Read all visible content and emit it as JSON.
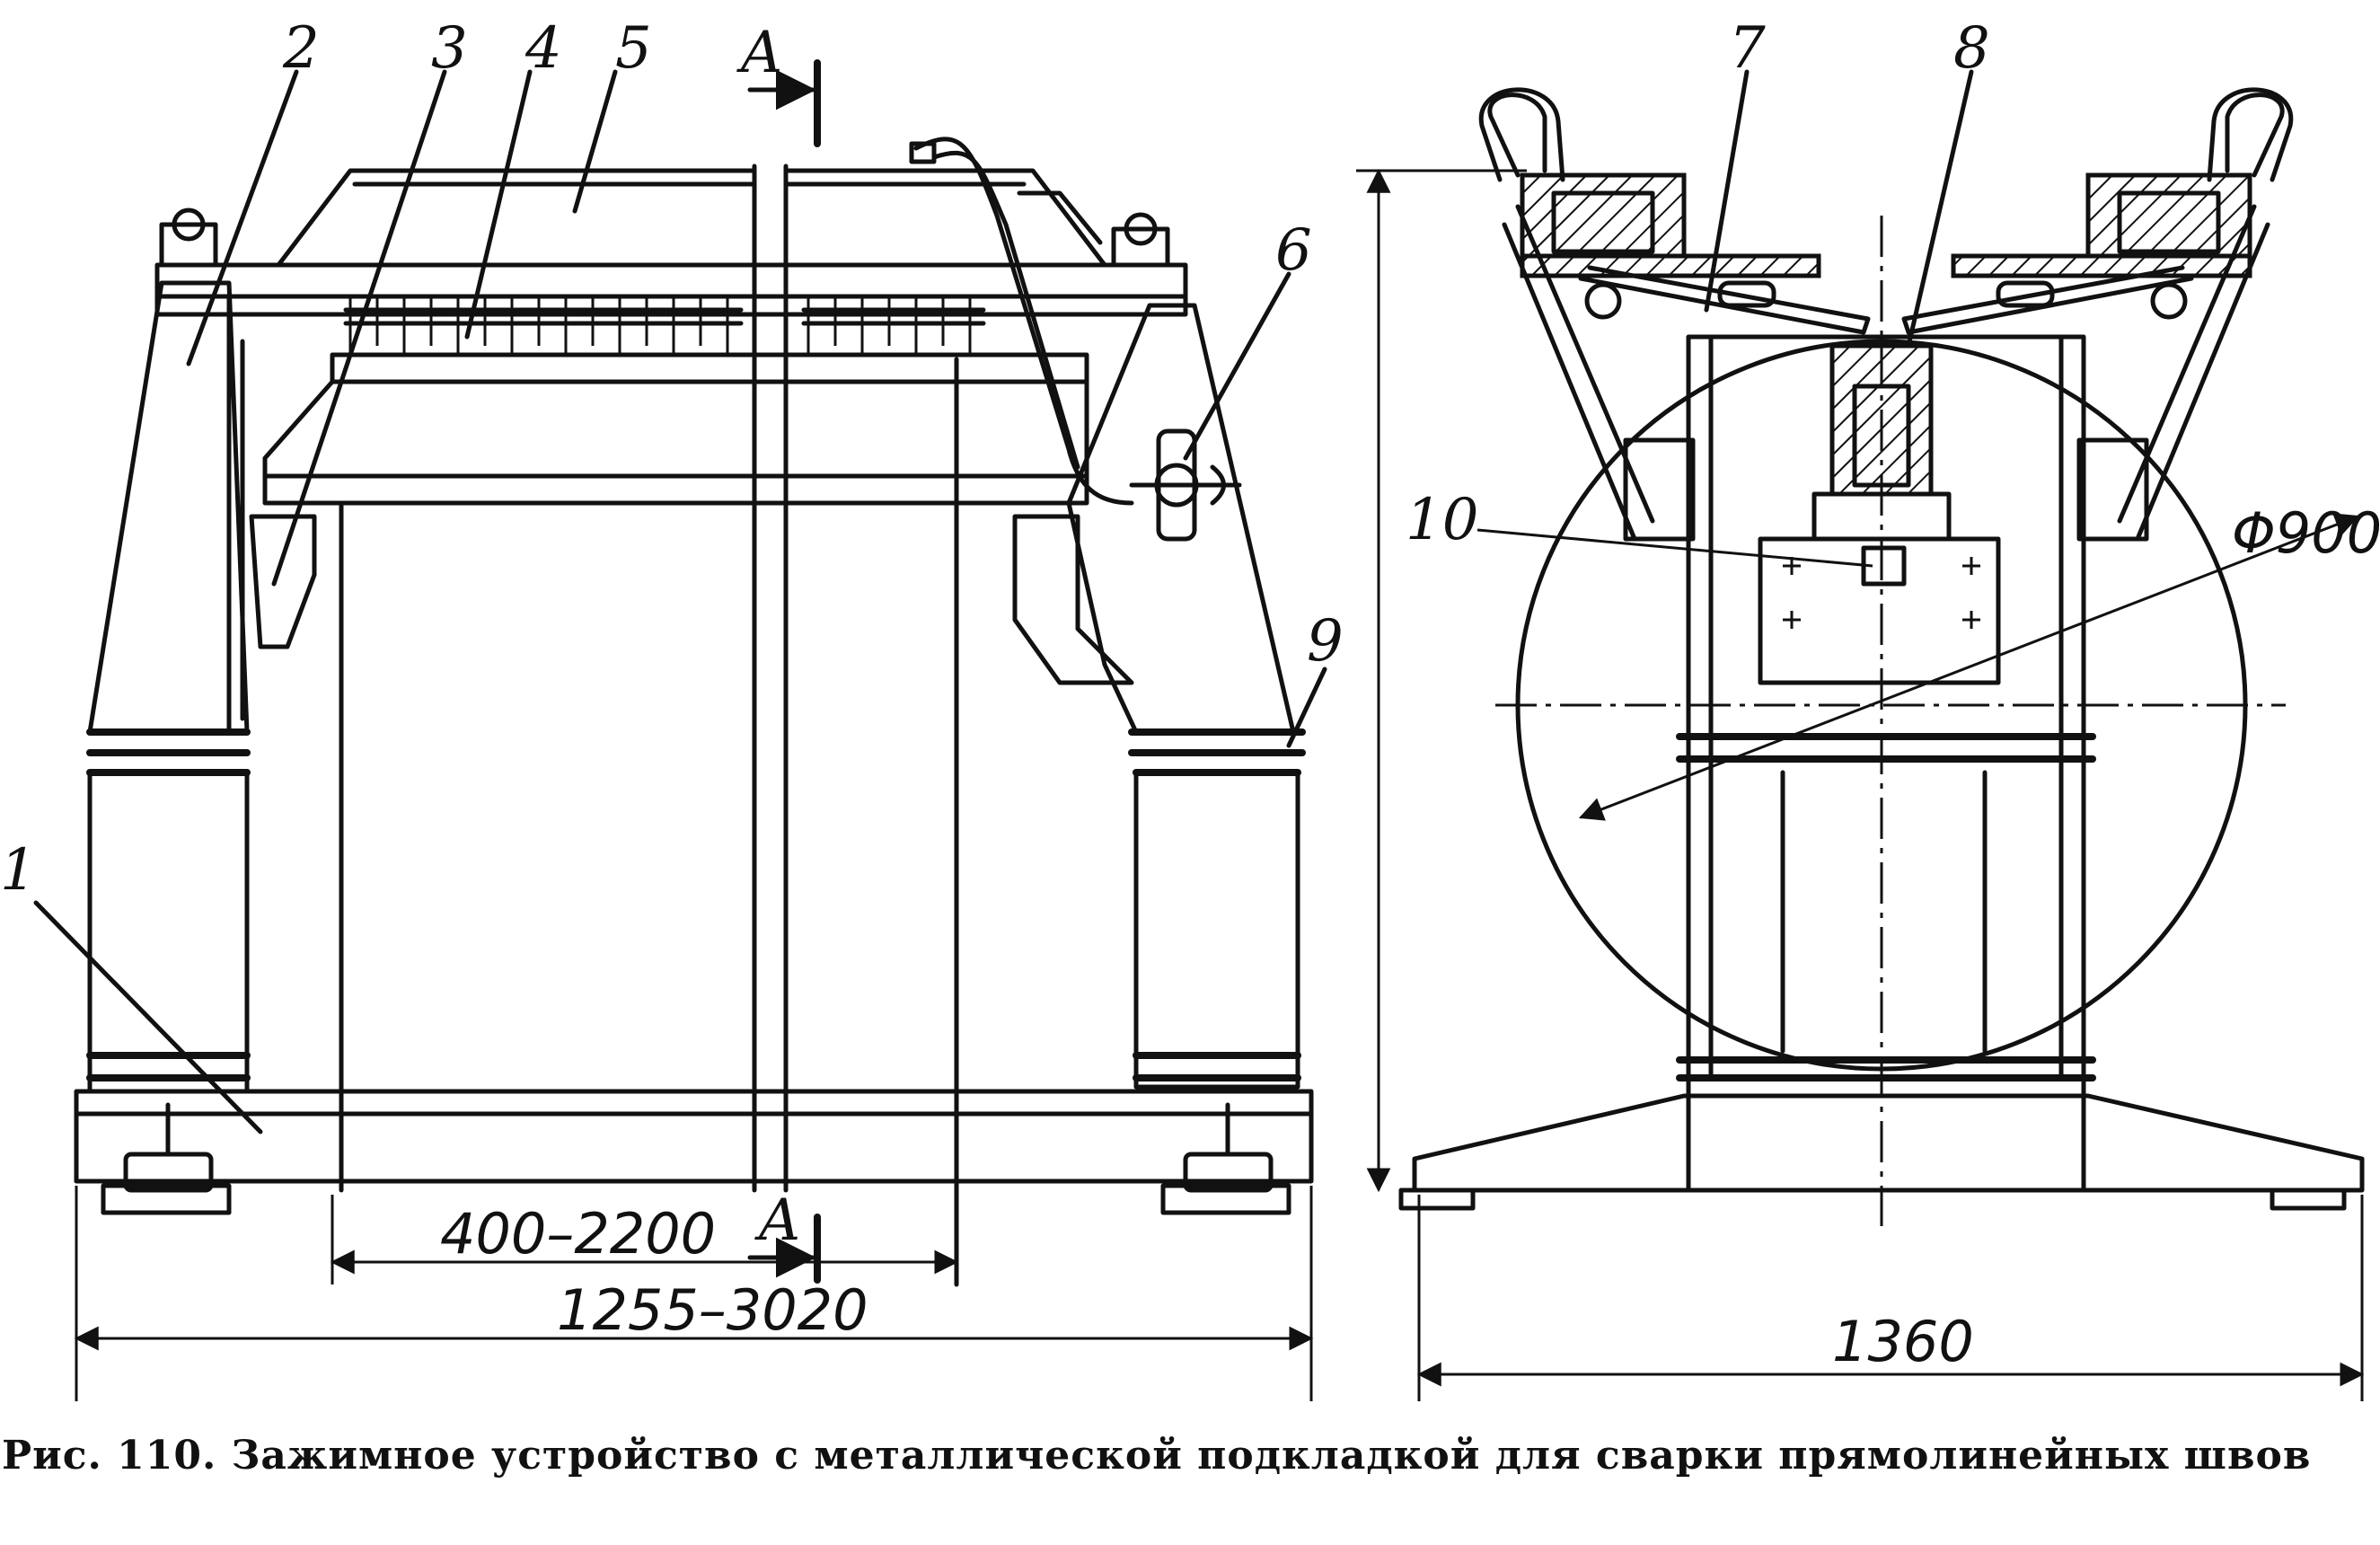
{
  "figure": {
    "caption_number": "Рис. 110.",
    "caption_text": "Зажимное устройство с металлической подкладкой для сварки прямолинейных швов"
  },
  "callouts": [
    "1",
    "2",
    "3",
    "4",
    "5",
    "6",
    "7",
    "8",
    "9",
    "10"
  ],
  "section_marks": {
    "top": "A",
    "bottom": "A"
  },
  "dimensions": {
    "clamp_span": "400–2200",
    "overall_span": "1255–3020",
    "width_section": "1360",
    "circle_diameter": "Φ900"
  }
}
